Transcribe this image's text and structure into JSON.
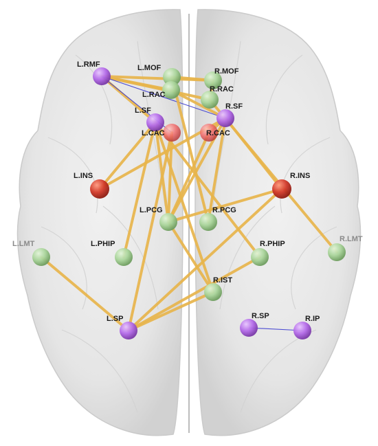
{
  "colors": {
    "frontal": "#b36ae8",
    "cingulate": "#f06a6a",
    "insula": "#d23a2a",
    "other": "#a9d49a",
    "strong_edge": "#e8b54c",
    "weak_edge": "#3a3ad0"
  },
  "nodes": [
    {
      "id": "L.RMF",
      "label": "L.RMF",
      "group": "frontal"
    },
    {
      "id": "L.MOF",
      "label": "L.MOF",
      "group": "other"
    },
    {
      "id": "L.RAC",
      "label": "L.RAC",
      "group": "other"
    },
    {
      "id": "R.MOF",
      "label": "R.MOF",
      "group": "other"
    },
    {
      "id": "R.RAC",
      "label": "R.RAC",
      "group": "other"
    },
    {
      "id": "L.SF",
      "label": "L.SF",
      "group": "frontal"
    },
    {
      "id": "L.CAC",
      "label": "L.CAC",
      "group": "cingulate"
    },
    {
      "id": "R.SF",
      "label": "R.SF",
      "group": "frontal"
    },
    {
      "id": "R.CAC",
      "label": "R.CAC",
      "group": "cingulate"
    },
    {
      "id": "L.INS",
      "label": "L.INS",
      "group": "insula"
    },
    {
      "id": "R.INS",
      "label": "R.INS",
      "group": "insula"
    },
    {
      "id": "L.PCG",
      "label": "L.PCG",
      "group": "other"
    },
    {
      "id": "R.PCG",
      "label": "R.PCG",
      "group": "other"
    },
    {
      "id": "L.LMT",
      "label": "L.LMT",
      "group": "other",
      "faint": true
    },
    {
      "id": "L.PHIP",
      "label": "L.PHIP",
      "group": "other"
    },
    {
      "id": "R.PHIP",
      "label": "R.PHIP",
      "group": "other"
    },
    {
      "id": "R.LMT",
      "label": "R.LMT",
      "group": "other",
      "faint": true
    },
    {
      "id": "R.IST",
      "label": "R.IST",
      "group": "other"
    },
    {
      "id": "L.SP",
      "label": "L.SP",
      "group": "frontal"
    },
    {
      "id": "R.SP",
      "label": "R.SP",
      "group": "frontal"
    },
    {
      "id": "R.IP",
      "label": "R.IP",
      "group": "frontal"
    }
  ],
  "edges": [
    {
      "source": "L.RMF",
      "target": "L.RAC",
      "kind": "strong"
    },
    {
      "source": "L.RMF",
      "target": "R.MOF",
      "kind": "strong"
    },
    {
      "source": "L.RMF",
      "target": "R.RAC",
      "kind": "strong"
    },
    {
      "source": "L.RMF",
      "target": "L.SF",
      "kind": "strong"
    },
    {
      "source": "L.RMF",
      "target": "L.CAC",
      "kind": "weak"
    },
    {
      "source": "L.RMF",
      "target": "R.SF",
      "kind": "weak"
    },
    {
      "source": "L.MOF",
      "target": "R.MOF",
      "kind": "strong"
    },
    {
      "source": "L.RAC",
      "target": "R.SF",
      "kind": "strong"
    },
    {
      "source": "L.MOF",
      "target": "R.PCG",
      "kind": "strong"
    },
    {
      "source": "R.MOF",
      "target": "R.RAC",
      "kind": "strong"
    },
    {
      "source": "R.SF",
      "target": "R.CAC",
      "kind": "strong"
    },
    {
      "source": "R.SF",
      "target": "L.INS",
      "kind": "strong"
    },
    {
      "source": "R.SF",
      "target": "R.INS",
      "kind": "strong"
    },
    {
      "source": "R.SF",
      "target": "L.PCG",
      "kind": "strong"
    },
    {
      "source": "R.SF",
      "target": "R.PCG",
      "kind": "strong"
    },
    {
      "source": "R.RAC",
      "target": "R.LMT",
      "kind": "strong"
    },
    {
      "source": "L.SF",
      "target": "L.PHIP",
      "kind": "strong"
    },
    {
      "source": "L.SF",
      "target": "L.PCG",
      "kind": "strong"
    },
    {
      "source": "L.SF",
      "target": "R.PHIP",
      "kind": "strong"
    },
    {
      "source": "L.SF",
      "target": "L.INS",
      "kind": "strong"
    },
    {
      "source": "L.SF",
      "target": "R.IST",
      "kind": "strong"
    },
    {
      "source": "L.CAC",
      "target": "L.PCG",
      "kind": "strong"
    },
    {
      "source": "L.CAC",
      "target": "L.SP",
      "kind": "strong"
    },
    {
      "source": "R.CAC",
      "target": "L.PCG",
      "kind": "strong"
    },
    {
      "source": "R.INS",
      "target": "L.PCG",
      "kind": "strong"
    },
    {
      "source": "R.INS",
      "target": "L.SP",
      "kind": "strong"
    },
    {
      "source": "R.PHIP",
      "target": "L.SP",
      "kind": "strong"
    },
    {
      "source": "L.PCG",
      "target": "R.IST",
      "kind": "strong"
    },
    {
      "source": "L.LMT",
      "target": "L.SP",
      "kind": "strong"
    },
    {
      "source": "R.IST",
      "target": "L.SP",
      "kind": "strong"
    },
    {
      "source": "R.SP",
      "target": "R.IP",
      "kind": "weak"
    }
  ]
}
